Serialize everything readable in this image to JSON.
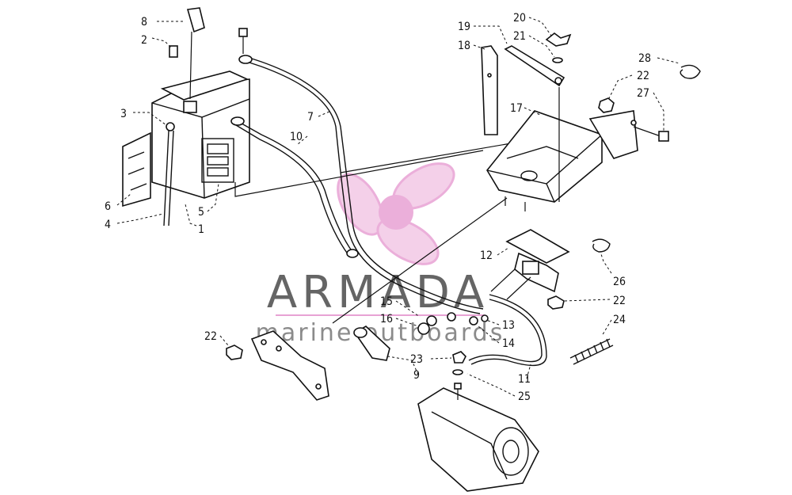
{
  "callouts": [
    {
      "id": "8",
      "label": "8"
    },
    {
      "id": "2",
      "label": "2"
    },
    {
      "id": "3",
      "label": "3"
    },
    {
      "id": "6",
      "label": "6"
    },
    {
      "id": "4",
      "label": "4"
    },
    {
      "id": "5",
      "label": "5"
    },
    {
      "id": "1",
      "label": "1"
    },
    {
      "id": "7",
      "label": "7"
    },
    {
      "id": "10",
      "label": "10"
    },
    {
      "id": "19",
      "label": "19"
    },
    {
      "id": "18",
      "label": "18"
    },
    {
      "id": "20",
      "label": "20"
    },
    {
      "id": "21",
      "label": "21"
    },
    {
      "id": "28",
      "label": "28"
    },
    {
      "id": "22a",
      "label": "22"
    },
    {
      "id": "27",
      "label": "27"
    },
    {
      "id": "17",
      "label": "17"
    },
    {
      "id": "12",
      "label": "12"
    },
    {
      "id": "26",
      "label": "26"
    },
    {
      "id": "22b",
      "label": "22"
    },
    {
      "id": "24",
      "label": "24"
    },
    {
      "id": "15",
      "label": "15"
    },
    {
      "id": "16",
      "label": "16"
    },
    {
      "id": "13",
      "label": "13"
    },
    {
      "id": "14",
      "label": "14"
    },
    {
      "id": "22c",
      "label": "22"
    },
    {
      "id": "23",
      "label": "23"
    },
    {
      "id": "9",
      "label": "9"
    },
    {
      "id": "11",
      "label": "11"
    },
    {
      "id": "25",
      "label": "25"
    }
  ],
  "watermark": {
    "brand": "ARMADA",
    "tagline": "marine outboards",
    "color_brand": "#4a4a4a",
    "color_accent": "#e8a2d4",
    "color_accent_dark": "#d97fc1"
  }
}
